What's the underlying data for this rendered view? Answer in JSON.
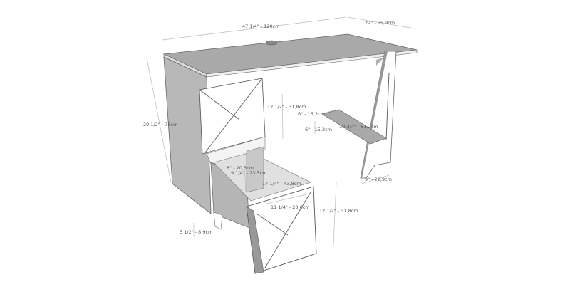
{
  "diagram": {
    "subject": "Desk with drawer - dimension drawing",
    "colors": {
      "surface_gray": "#a9a9a9",
      "side_gray": "#b8b8b8",
      "white_panel": "#ffffff",
      "edge": "#666666",
      "dim_text": "#555555"
    },
    "dimensions": {
      "width": "47 1/4\" - 120cm",
      "depth": "22\" - 55,9cm",
      "height": "29 1/2\" - 75cm",
      "cabinet_opening_height": "12 1/2\" - 31,8cm",
      "shelf_depth": "6\" - 15,2cm",
      "shelf_height_gap": "6\" - 15,2cm",
      "shelf_length": "19 3/4\" - 51,2cm",
      "leg_width": "9\" - 22,9cm",
      "drawer_inner_height": "8\" - 20,3cm",
      "drawer_inner_width": "9 1/4\" - 23,5cm",
      "drawer_inner_depth": "17 1/4\" - 43,8cm",
      "drawer_front_width": "11 1/4\" - 28,6cm",
      "drawer_front_height": "12 1/2\" - 31,8cm",
      "foot_height": "3 1/2\" - 8,9cm"
    }
  }
}
